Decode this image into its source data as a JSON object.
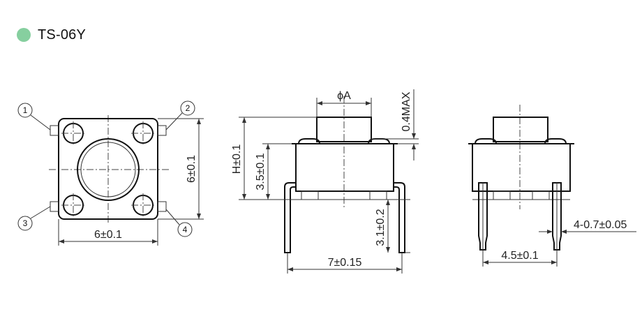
{
  "header": {
    "title": "TS-06Y",
    "dot_color": "#86cf9f"
  },
  "top_view": {
    "pin_labels": [
      "1",
      "2",
      "3",
      "4"
    ],
    "dim_width": "6±0.1",
    "dim_height": "6±0.1"
  },
  "front_view": {
    "dim_phi": "ϕA",
    "dim_max": "0.4MAX",
    "dim_h": "H±0.1",
    "dim_body": "3.5±0.1",
    "dim_lead": "3.1±0.2",
    "dim_span": "7±0.15"
  },
  "side_view": {
    "dim_lead_width": "4-0.7±0.05",
    "dim_pitch": "4.5±0.1"
  }
}
